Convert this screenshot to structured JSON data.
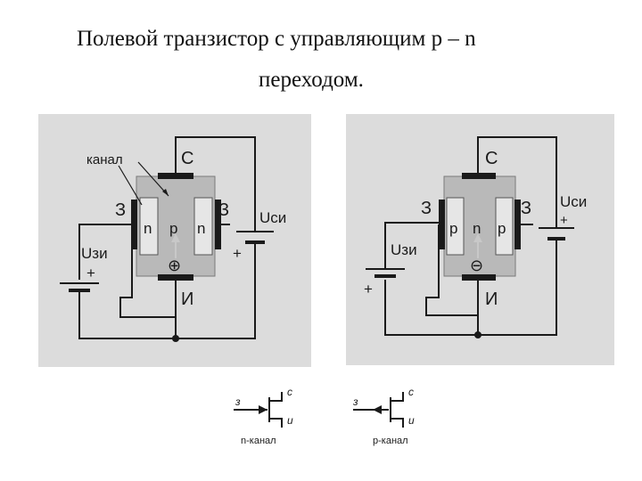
{
  "title": {
    "line1": "Полевой транзистор с управляющим p – n",
    "line2": "переходом."
  },
  "colors": {
    "panel": "#dcdcdc",
    "body": "#b9b9b9",
    "gate": "#e6e6e6",
    "ink": "#1a1a1a",
    "arrow": "#c8c8c8"
  },
  "left_figure": {
    "channel_label": "канал",
    "drain": "С",
    "gate_left": "З",
    "gate_right": "З",
    "source": "И",
    "region_left": "n",
    "region_center": "p",
    "region_right": "n",
    "carrier_sign": "⊕",
    "u_gs": "Uзи",
    "u_gs_plus": "+",
    "u_ds": "Uси",
    "u_ds_plus": "+"
  },
  "right_figure": {
    "drain": "С",
    "gate_left": "З",
    "gate_right": "З",
    "source": "И",
    "region_left": "p",
    "region_center": "n",
    "region_right": "p",
    "carrier_sign": "⊖",
    "u_gs": "Uзи",
    "u_gs_plus": "+",
    "u_ds": "Uси",
    "u_ds_plus": "+"
  },
  "symbol_left": {
    "gate": "з",
    "drain": "с",
    "source": "и",
    "caption": "n-канал"
  },
  "symbol_right": {
    "gate": "з",
    "drain": "с",
    "source": "и",
    "caption": "p-канал"
  }
}
